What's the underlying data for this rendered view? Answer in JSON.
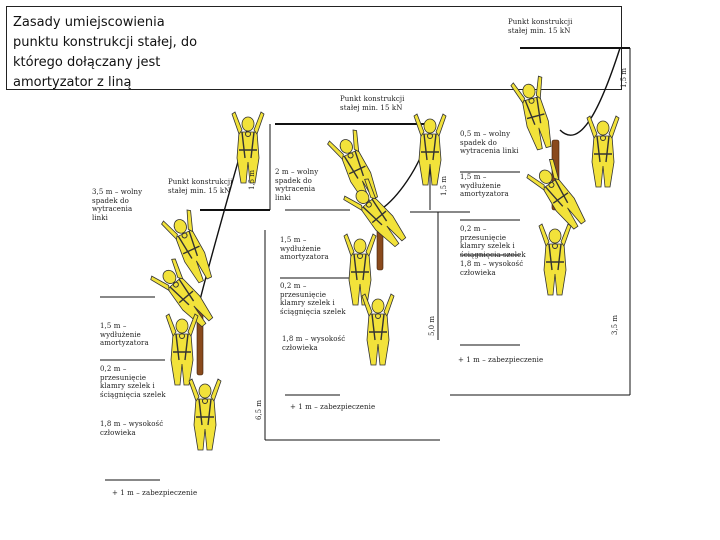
{
  "title": "Zasady umiejscowienia punktu konstrukcji stałej, do którego dołączany jest amortyzator z liną",
  "labels": {
    "anchor_top_right": "Punkt konstrukcji stałej min. 15 kN",
    "anchor_middle": "Punkt konstrukcji stałej min. 15 kN",
    "anchor_left": "Punkt konstrukcji stałej min. 15 kN",
    "free_fall_05": "0,5 m – wolny spadek do wytracenia linki",
    "free_fall_2": "2 m – wolny spadek do wytracenia linki",
    "free_fall_35": "3,5 m – wolny spadek do wytracenia linki",
    "absorber_15_right": "1,5 m – wydłużenie amortyzatora",
    "absorber_15_mid": "1,5 m – wydłużenie amortyzatora",
    "absorber_15_left": "1,5 m – wydłużenie amortyzatora",
    "harness_shift_right": "0,2 m – przesunięcie klamry szelek i ściągnięcia szelek",
    "harness_shift_mid": "0,2 m – przesunięcie klamry szelek i ściągnięcia szelek",
    "harness_shift_left": "0,2 m – przesunięcie klamry szelek i ściągnięcia szelek",
    "height_18_right": "1,8 m – wysokość człowieka",
    "height_18_mid": "1,8 m – wysokość człowieka",
    "height_18_left": "1,8 m – wysokość człowieka",
    "safety_1_right": "+ 1 m – zabezpieczenie",
    "safety_1_mid": "+ 1 m – zabezpieczenie",
    "safety_1_left": "+ 1 m – zabezpieczenie"
  },
  "dimensions": {
    "d_top_right": "1,5 m",
    "d_mid_right": "1,5 m",
    "d_mid_left": "1,5 m",
    "d_total_right": "3,5 m",
    "d_total_mid": "5,0 m",
    "d_total_left": "6,5 m"
  },
  "colors": {
    "worker": "#f2e23a",
    "harness": "#8a4a1c",
    "line": "#111111"
  }
}
